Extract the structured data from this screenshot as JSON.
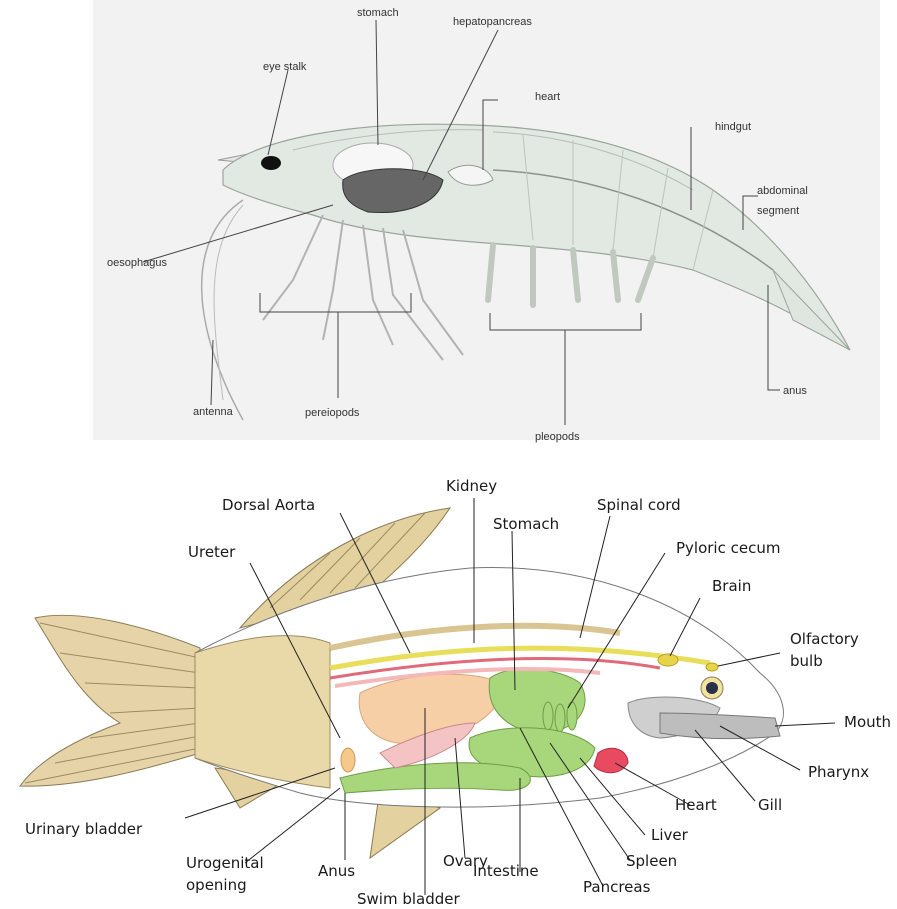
{
  "shrimp_diagram": {
    "labels": {
      "stomach": "stomach",
      "hepatopancreas": "hepatopancreas",
      "eye_stalk": "eye stalk",
      "heart": "heart",
      "hindgut": "hindgut",
      "abdominal_segment_1": "abdominal",
      "abdominal_segment_2": "segment",
      "oesophagus": "oesophagus",
      "antenna": "antenna",
      "pereiopods": "pereiopods",
      "pleopods": "pleopods",
      "anus": "anus"
    }
  },
  "fish_diagram": {
    "labels": {
      "kidney": "Kidney",
      "dorsal_aorta": "Dorsal Aorta",
      "spinal_cord": "Spinal cord",
      "stomach": "Stomach",
      "pyloric_cecum": "Pyloric cecum",
      "ureter": "Ureter",
      "brain": "Brain",
      "olfactory_bulb_1": "Olfactory",
      "olfactory_bulb_2": "bulb",
      "mouth": "Mouth",
      "pharynx": "Pharynx",
      "gill": "Gill",
      "heart": "Heart",
      "liver": "Liver",
      "spleen": "Spleen",
      "pancreas": "Pancreas",
      "intestine": "Intestine",
      "ovary": "Ovary",
      "swim_bladder": "Swim bladder",
      "anus": "Anus",
      "urogenital_opening_1": "Urogenital",
      "urogenital_opening_2": "opening",
      "urinary_bladder": "Urinary bladder"
    }
  }
}
